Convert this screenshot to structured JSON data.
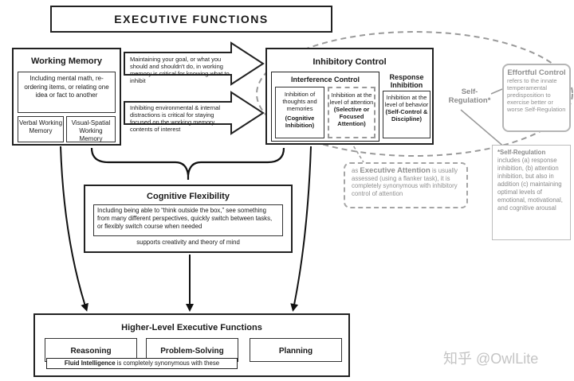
{
  "header": {
    "title": "EXECUTIVE FUNCTIONS"
  },
  "working_memory": {
    "title": "Working Memory",
    "description": "Including mental math, re-ordering items, or relating one idea or fact to another",
    "verbal": "Verbal Working Memory",
    "visual_spatial": "Visual-Spatial Working Memory"
  },
  "arrows": {
    "goal_text": "Maintaining your goal, or what you should and shouldn't do, in working memory is critical for knowing what to inhibit",
    "inhibit_text": "Inhibiting environmental & internal distractions is critical for staying focused on the working memory contents of interest"
  },
  "inhibitory_control": {
    "title": "Inhibitory Control",
    "interference_title": "Interference Control",
    "thoughts": "Inhibition of thoughts and memories",
    "thoughts_sub": "(Cognitive Inhibition)",
    "attention": "Inhibition at the level of attention",
    "attention_sub": "(Selective or Focused Attention)",
    "response_title": "Response Inhibition",
    "behavior": "Inhibition at the level of behavior",
    "behavior_sub": "(Self-Control & Discipline)"
  },
  "self_regulation_label": "Self-Regulation*",
  "effortful": {
    "title": "Effortful Control",
    "text": "refers to the innate temperamental predisposition to exercise better or worse Self-Regulation"
  },
  "exec_attention": {
    "prefix": "as",
    "title": "Executive Attention",
    "text": "is usually assessed (using a flanker task), it is completely synonymous with inhibitory control of attention"
  },
  "self_reg_note": {
    "title": "*Self-Regulation",
    "text": "includes (a) response inhibition, (b) attention inhibition, but also in addition (c) maintaining optimal levels of emotional, motivational, and cognitive arousal"
  },
  "cognitive_flexibility": {
    "title": "Cognitive Flexibility",
    "text": "Including being able to “think outside the box,” see something from many different perspectives, quickly switch between tasks, or flexibly switch course when needed",
    "supports": "supports creativity and theory of mind"
  },
  "higher_level": {
    "title": "Higher-Level Executive Functions",
    "reasoning": "Reasoning",
    "problem_solving": "Problem-Solving",
    "planning": "Planning",
    "fluid_bold": "Fluid Intelligence",
    "fluid_rest": "is completely synonymous with these"
  },
  "watermark": "知乎 @OwlLite"
}
